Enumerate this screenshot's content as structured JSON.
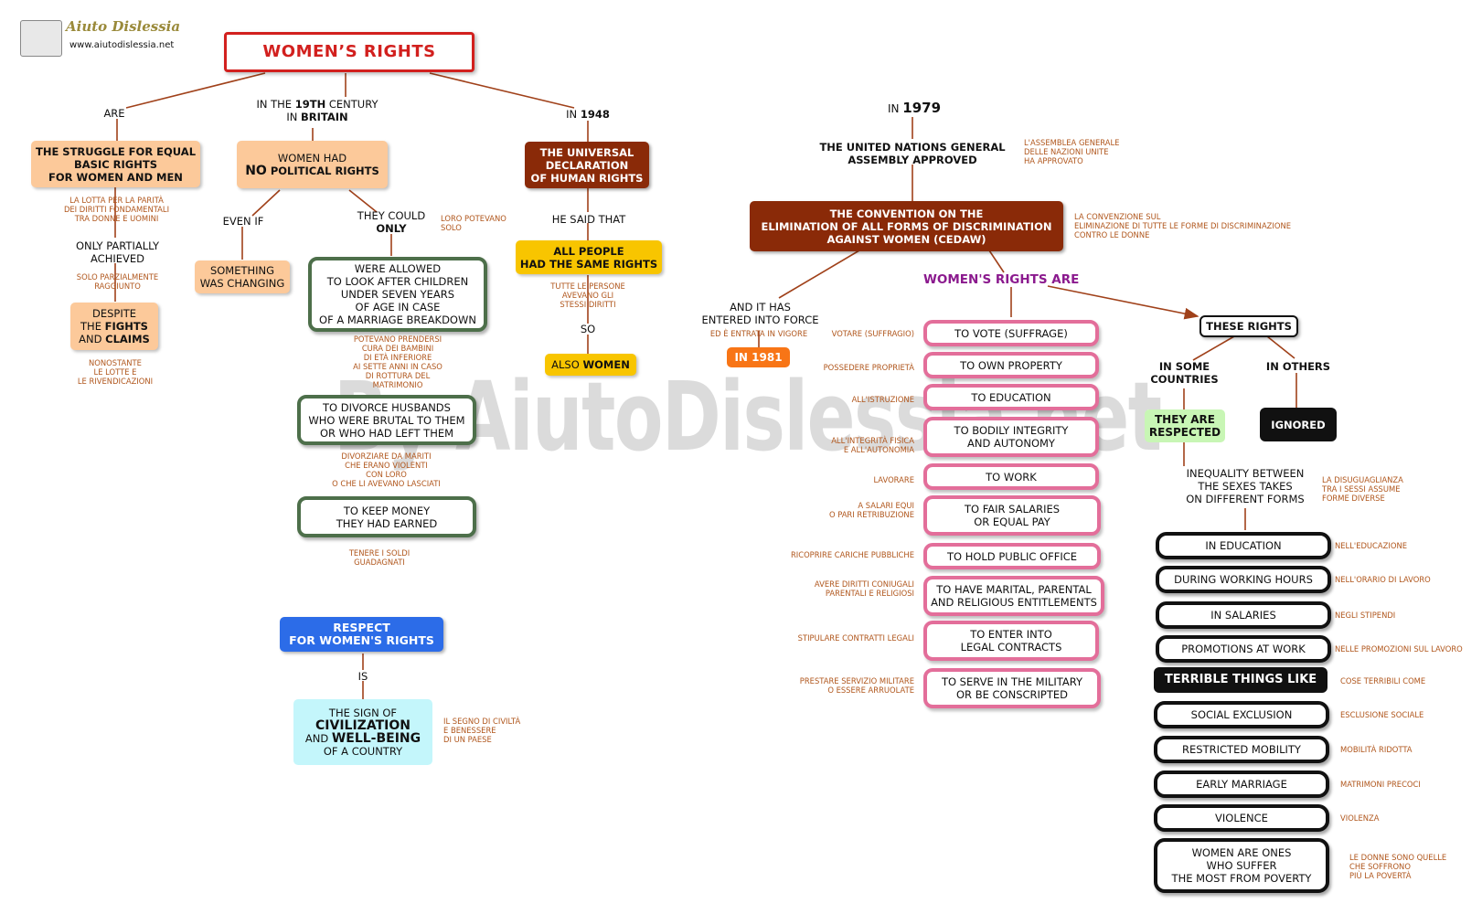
{
  "logo": {
    "title": "Aiuto Dislessia",
    "url": "www.aiutodislessia.net"
  },
  "watermark": "By AiutoDislessia.net",
  "title": "WOMEN’S RIGHTS",
  "left": {
    "are_label": "ARE",
    "struggle": "THE STRUGGLE FOR EQUAL\nBASIC RIGHTS\nFOR WOMEN AND MEN",
    "struggle_it": "LA LOTTA PER LA PARITÀ\nDEI DIRITTI FONDAMENTALI\nTRA DONNE E UOMINI",
    "only_partially": "ONLY PARTIALLY\nACHIEVED",
    "only_partially_it": "SOLO PARZIALMENTE\nRAGGIUNTO",
    "despite_a": "DESPITE\nTHE ",
    "despite_b": "FIGHTS",
    "despite_c": "AND ",
    "despite_d": "CLAIMS",
    "despite_it": "NONOSTANTE\nLE LOTTE E\nLE RIVENDICAZIONI"
  },
  "britain": {
    "label_a": "IN THE ",
    "label_b": "19TH",
    "label_c": " CENTURY",
    "label_d": "IN ",
    "label_e": "BRITAIN",
    "women_had": "WOMEN HAD",
    "no_a": "NO",
    "no_b": " POLITICAL RIGHTS",
    "even_if": "EVEN IF",
    "something": "SOMETHING\nWAS CHANGING",
    "they_could": "THEY COULD",
    "only": "ONLY",
    "they_could_it": "LORO POTEVANO\nSOLO",
    "allowed": "WERE ALLOWED\nTO LOOK AFTER CHILDREN\nUNDER SEVEN YEARS\nOF AGE IN CASE\nOF A MARRIAGE BREAKDOWN",
    "allowed_it": "POTEVANO PRENDERSI\nCURA DEI BAMBINI\nDI ETÀ INFERIORE\nAI SETTE ANNI IN CASO\nDI ROTTURA DEL\nMATRIMONIO",
    "divorce": "TO DIVORCE HUSBANDS\nWHO WERE BRUTAL TO THEM\nOR WHO HAD LEFT THEM",
    "divorce_it": "DIVORZIARE DA MARITI\nCHE ERANO VIOLENTI\nCON LORO\nO CHE LI AVEVANO LASCIATI",
    "money": "TO KEEP MONEY\nTHEY HAD EARNED",
    "money_it": "TENERE I SOLDI\nGUADAGNATI"
  },
  "y1948": {
    "label_a": "IN ",
    "label_b": "1948",
    "udhr": "THE UNIVERSAL\nDECLARATION\nOF HUMAN RIGHTS",
    "he_said": "HE SAID THAT",
    "all_people": "ALL PEOPLE\nHAD THE SAME RIGHTS",
    "all_people_it": "TUTTE LE PERSONE\nAVEVANO GLI\nSTESSI DIRITTI",
    "so": "SO",
    "also_a": "ALSO ",
    "also_b": "WOMEN"
  },
  "respect": {
    "box": "RESPECT\nFOR WOMEN'S RIGHTS",
    "is": "IS",
    "sign_a": "THE SIGN OF",
    "sign_b": "CIVILIZATION",
    "sign_c": "AND ",
    "sign_d": "WELL-BEING",
    "sign_e": "OF A COUNTRY",
    "sign_it": "IL SEGNO DI CIVILTÀ\nE BENESSERE\nDI UN PAESE"
  },
  "y1979": {
    "label_a": "IN ",
    "label_b": "1979",
    "un": "THE UNITED NATIONS GENERAL\nASSEMBLY APPROVED",
    "un_it": "L'ASSEMBLEA GENERALE\nDELLE NAZIONI UNITE\nHA APPROVATO",
    "cedaw": "THE CONVENTION ON THE\nELIMINATION OF ALL FORMS OF DISCRIMINATION\nAGAINST WOMEN (CEDAW)",
    "cedaw_it": "LA CONVENZIONE SUL\nELIMINAZIONE DI TUTTE LE FORME DI DISCRIMINAZIONE\nCONTRO LE DONNE",
    "entered": "AND IT HAS\nENTERED INTO FORCE",
    "entered_it": "ED È ENTRATA IN VIGORE",
    "in1981": "IN 1981",
    "rights_are": "WOMEN'S RIGHTS ARE"
  },
  "rights": [
    {
      "en": "TO VOTE (SUFFRAGE)",
      "it": "VOTARE (SUFFRAGIO)"
    },
    {
      "en": "TO OWN PROPERTY",
      "it": "POSSEDERE PROPRIETÀ"
    },
    {
      "en": "TO EDUCATION",
      "it": "ALL'ISTRUZIONE"
    },
    {
      "en": "TO BODILY INTEGRITY\nAND AUTONOMY",
      "it": "ALL'INTEGRITÀ FISICA\nE ALL'AUTONOMIA"
    },
    {
      "en": "TO WORK",
      "it": "LAVORARE"
    },
    {
      "en": "TO FAIR SALARIES\nOR EQUAL PAY",
      "it": "A SALARI EQUI\nO PARI RETRIBUZIONE"
    },
    {
      "en": "TO HOLD PUBLIC OFFICE",
      "it": "RICOPRIRE CARICHE PUBBLICHE"
    },
    {
      "en": "TO HAVE MARITAL, PARENTAL\nAND RELIGIOUS ENTITLEMENTS",
      "it": "AVERE DIRITTI CONIUGALI\nPARENTALI E RELIGIOSI"
    },
    {
      "en": "TO ENTER INTO\nLEGAL CONTRACTS",
      "it": "STIPULARE CONTRATTI LEGALI"
    },
    {
      "en": "TO SERVE IN THE MILITARY\nOR BE CONSCRIPTED",
      "it": "PRESTARE SERVIZIO MILITARE\nO ESSERE ARRUOLATE"
    }
  ],
  "these": {
    "box": "THESE RIGHTS",
    "some": "IN SOME\nCOUNTRIES",
    "others": "IN OTHERS",
    "respected": "THEY ARE\nRESPECTED",
    "ignored": "IGNORED",
    "inequality": "INEQUALITY BETWEEN\nTHE SEXES TAKES\nON DIFFERENT FORMS",
    "inequality_it": "LA DISUGUAGLIANZA\nTRA I SESSI ASSUME\nFORME DIVERSE",
    "terrible": "TERRIBLE THINGS LIKE",
    "terrible_it": "COSE TERRIBILI COME"
  },
  "forms": [
    {
      "en": "IN EDUCATION",
      "it": "NELL'EDUCAZIONE"
    },
    {
      "en": "DURING WORKING HOURS",
      "it": "NELL'ORARIO DI LAVORO"
    },
    {
      "en": "IN SALARIES",
      "it": "NEGLI STIPENDI"
    },
    {
      "en": "PROMOTIONS AT WORK",
      "it": "NELLE PROMOZIONI SUL LAVORO"
    }
  ],
  "terrible_items": [
    {
      "en": "SOCIAL EXCLUSION",
      "it": "ESCLUSIONE SOCIALE"
    },
    {
      "en": "RESTRICTED MOBILITY",
      "it": "MOBILITÀ RIDOTTA"
    },
    {
      "en": "EARLY MARRIAGE",
      "it": "MATRIMONI PRECOCI"
    },
    {
      "en": "VIOLENCE",
      "it": "VIOLENZA"
    },
    {
      "en": "WOMEN ARE ONES\nWHO SUFFER\nTHE MOST FROM POVERTY",
      "it": "LE DONNE SONO QUELLE\nCHE SOFFRONO\nPIÙ LA POVERTÀ"
    }
  ],
  "colors": {
    "title_red": "#d2201e",
    "peach": "#fcc99a",
    "brown": "#8a2a08",
    "yellow": "#f8c500",
    "green_border": "#4d6f4a",
    "pink_border": "#e36e9a",
    "purple": "#8b1a8e",
    "italian_text": "#b0561c",
    "blue": "#2c6ce8",
    "orange": "#f87516"
  }
}
